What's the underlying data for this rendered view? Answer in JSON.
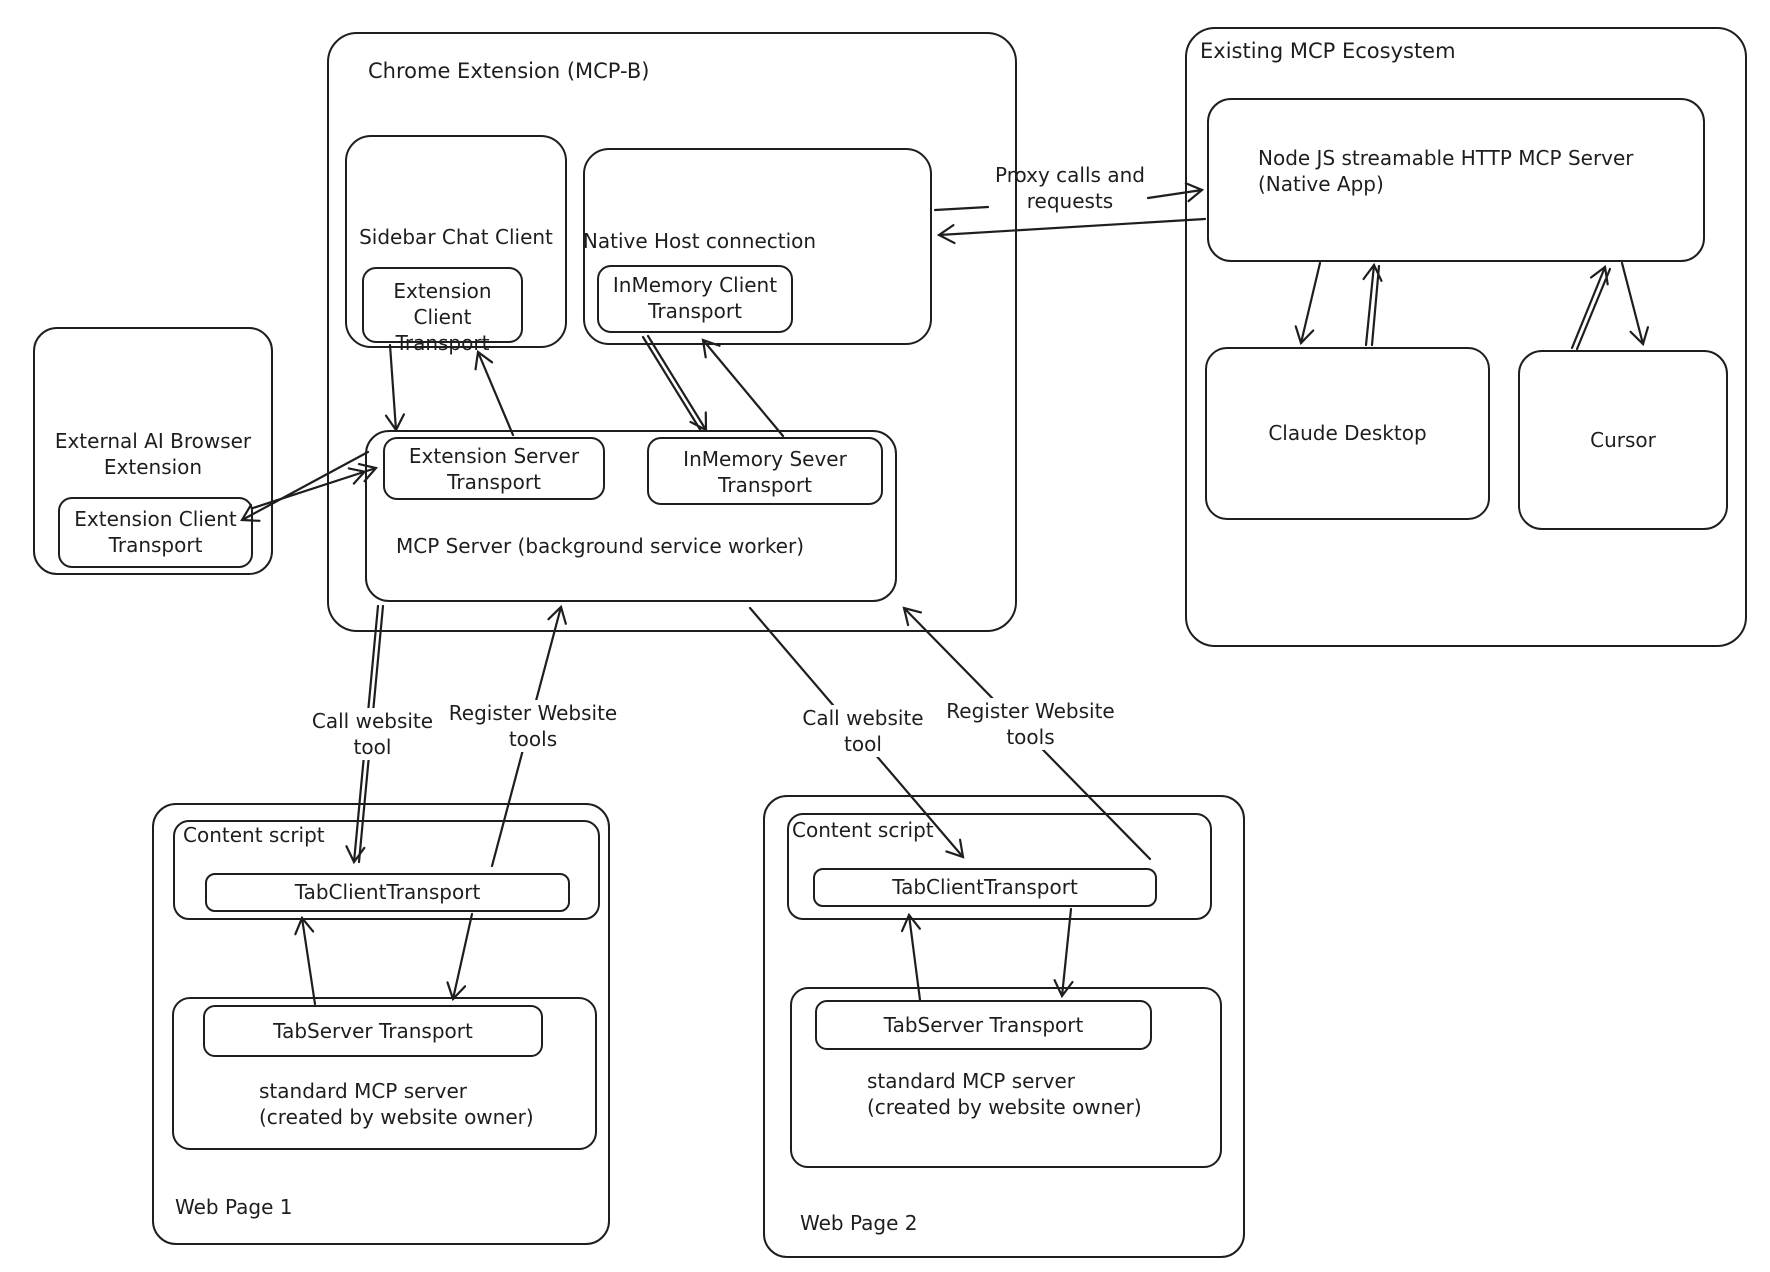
{
  "chrome_extension": {
    "title": "Chrome Extension (MCP-B)",
    "sidebar_chat_client": {
      "label": "Sidebar Chat Client",
      "transport": "Extension Client\nTransport"
    },
    "native_host": {
      "label": "Native Host connection",
      "transport": "InMemory Client\nTransport"
    },
    "mcp_server": {
      "label": "MCP Server (background service worker)",
      "extension_server_transport": "Extension Server\nTransport",
      "inmemory_sever_transport": "InMemory Sever\nTransport"
    }
  },
  "external_extension": {
    "label": "External AI Browser\nExtension",
    "transport": "Extension Client\nTransport"
  },
  "ecosystem": {
    "title": "Existing MCP Ecosystem",
    "node_server": "Node JS streamable HTTP MCP Server\n (Native App)",
    "claude_desktop": "Claude Desktop",
    "cursor": "Cursor"
  },
  "edges": {
    "proxy": "Proxy calls and\nrequests",
    "call_website_tool": "Call website\ntool",
    "register_website_tools": "Register Website\ntools"
  },
  "web_page_1": {
    "label": "Web Page 1",
    "content_script": "Content script",
    "tab_client_transport": "TabClientTransport",
    "tab_server_transport": "TabServer Transport",
    "standard_server": "standard MCP server\n(created by website owner)"
  },
  "web_page_2": {
    "label": "Web Page 2",
    "content_script": "Content script",
    "tab_client_transport": "TabClientTransport",
    "tab_server_transport": "TabServer Transport",
    "standard_server": "standard MCP server\n(created by website owner)"
  }
}
